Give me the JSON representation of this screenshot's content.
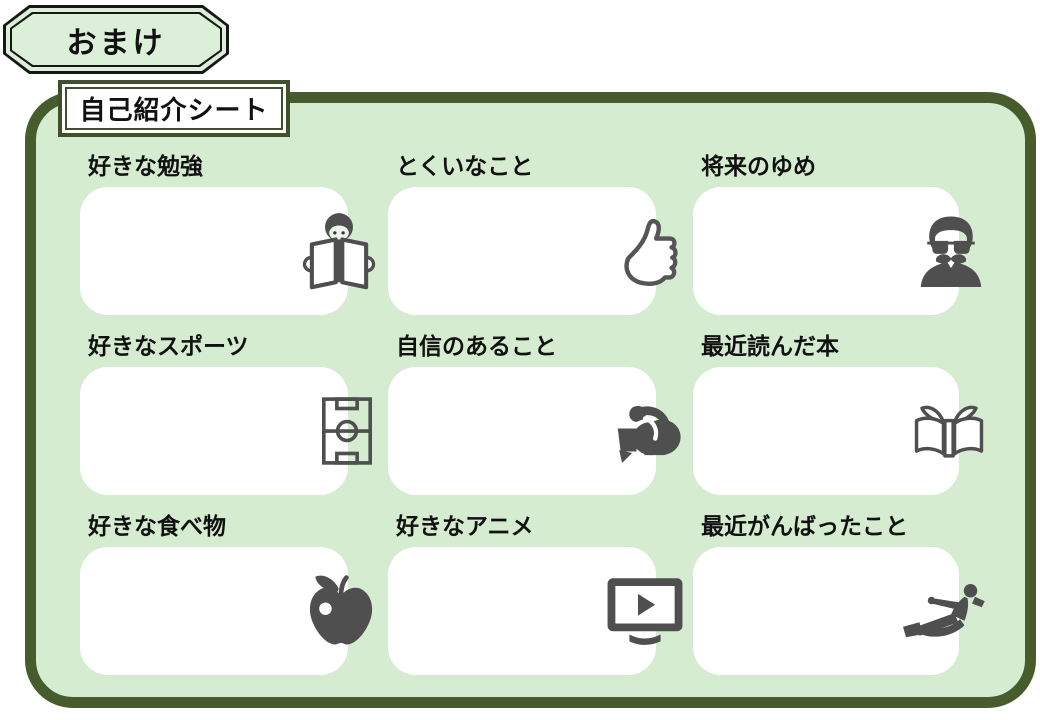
{
  "badge": {
    "label": "おまけ"
  },
  "sheet": {
    "title": "自己紹介シート",
    "cells": [
      {
        "label": "好きな勉強",
        "icon": "reading-person-icon"
      },
      {
        "label": "とくいなこと",
        "icon": "thumbs-up-icon"
      },
      {
        "label": "将来のゆめ",
        "icon": "mustache-man-icon"
      },
      {
        "label": "好きなスポーツ",
        "icon": "soccer-field-icon"
      },
      {
        "label": "自信のあること",
        "icon": "flexed-arm-icon"
      },
      {
        "label": "最近読んだ本",
        "icon": "open-book-icon"
      },
      {
        "label": "好きな食べ物",
        "icon": "apple-icon"
      },
      {
        "label": "好きなアニメ",
        "icon": "tv-play-icon"
      },
      {
        "label": "最近がんばったこと",
        "icon": "karate-kick-icon"
      }
    ]
  },
  "colors": {
    "background_green": "#d6ecd1",
    "border_green": "#465c2d",
    "icon_gray": "#4f4f4f"
  }
}
